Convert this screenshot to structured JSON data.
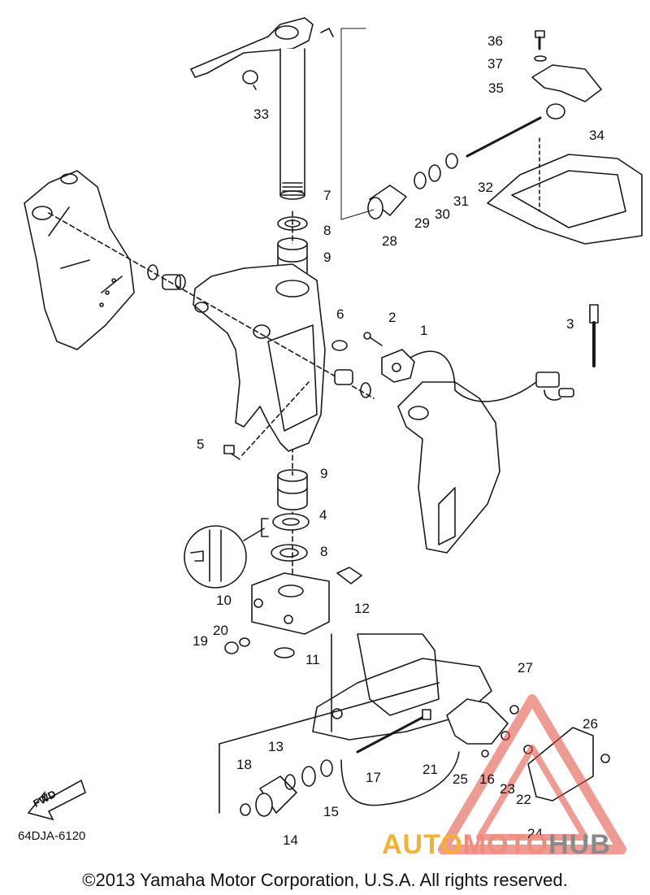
{
  "diagram": {
    "drawing_code": "64DJA-6120",
    "copyright": "©2013 Yamaha Motor Corporation, U.S.A. All rights reserved.",
    "fwd_label": "FWD",
    "watermark": {
      "part1": "AUTO",
      "part2": "MOTO",
      "part3": "HUB"
    },
    "callouts": [
      "1",
      "2",
      "3",
      "4",
      "5",
      "6",
      "7",
      "8",
      "8",
      "9",
      "9",
      "10",
      "11",
      "12",
      "13",
      "14",
      "15",
      "16",
      "17",
      "18",
      "19",
      "20",
      "21",
      "22",
      "23",
      "24",
      "25",
      "26",
      "27",
      "28",
      "29",
      "30",
      "31",
      "32",
      "33",
      "34",
      "35",
      "36",
      "37"
    ]
  },
  "colors": {
    "line": "#1a1a1a",
    "watermark_red": "#e14a3c",
    "watermark_yellow": "#f2b233",
    "watermark_grey": "#8a8a8a"
  }
}
